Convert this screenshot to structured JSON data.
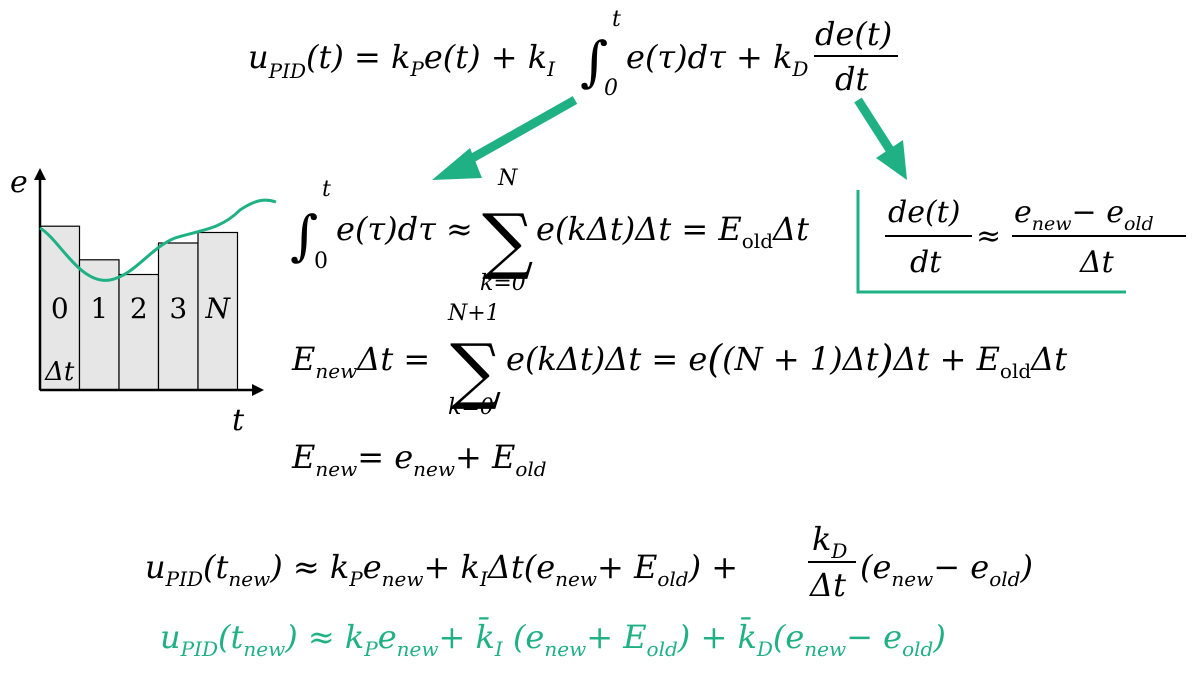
{
  "colors": {
    "ink": "#000000",
    "accent": "#1fb184",
    "bar_fill": "#e6e6e6"
  },
  "plot": {
    "y_axis_label": "e",
    "x_axis_label": "t",
    "bars": [
      {
        "label": "0",
        "sub_label": "Δt",
        "height": 0.78
      },
      {
        "label": "1",
        "height": 0.62
      },
      {
        "label": "2",
        "height": 0.55
      },
      {
        "label": "3",
        "height": 0.7
      },
      {
        "label": "N",
        "height": 0.75
      }
    ]
  },
  "equations": {
    "pid": {
      "lhs": "u",
      "lhs_sub": "PID",
      "lhs_arg": "(t) = k",
      "kp_sub": "P",
      "t1": "e(t) + k",
      "ki_sub": "I",
      "int_upper": "t",
      "int_lower": "0",
      "t2": "e(τ)dτ + k",
      "kd_sub": "D",
      "frac_num": "de(t)",
      "frac_den": "dt"
    },
    "integral_approx": {
      "int_upper": "t",
      "int_lower": "0",
      "integrand": "e(τ)dτ ≈",
      "sum_upper": "N",
      "sum_lower": "k=0",
      "rhs": "e(kΔt)Δt = E",
      "rhs_sub": "old",
      "rhs_tail": "Δt"
    },
    "derivative_approx": {
      "num": "de(t)",
      "den": "dt",
      "approx": "≈",
      "rhs_num_1": "e",
      "rhs_num_1_sub": "new",
      "rhs_minus": "− e",
      "rhs_num_2_sub": "old",
      "rhs_den": "Δt"
    },
    "enew_sum": {
      "lhs": "E",
      "lhs_sub": "new",
      "lhs_tail": "Δt =",
      "sum_upper": "N+1",
      "sum_lower": "k=0",
      "rhs_1": "e(kΔt)Δt = e",
      "rhs_2": "(N + 1)Δt",
      "rhs_3": "Δt + E",
      "rhs_sub": "old",
      "rhs_tail": "Δt"
    },
    "enew_short": {
      "lhs": "E",
      "lhs_sub": "new",
      "eq": "= e",
      "e_sub": "new",
      "plus": "+ E",
      "e2_sub": "old"
    },
    "u_approx": {
      "u": "u",
      "u_sub": "PID",
      "arg_open": "(t",
      "arg_sub": "new",
      "arg_close": ") ≈ k",
      "kp_sub": "P",
      "e1": "e",
      "e1_sub": "new",
      "plus_ki": "+ k",
      "ki_sub": "I",
      "dt_paren": "Δt(e",
      "e2_sub": "new",
      "plus_E": "+ E",
      "E_sub": "old",
      "close": ") +",
      "frac_num": "k",
      "frac_num_sub": "D",
      "frac_den": "Δt",
      "tail_open": "(e",
      "tail_e_sub": "new",
      "tail_minus": "− e",
      "tail_old_sub": "old",
      "tail_close": ")"
    },
    "u_final": {
      "u": "u",
      "u_sub": "PID",
      "arg_open": "(t",
      "arg_sub": "new",
      "arg_close": ") ≈ k",
      "kp_sub": "P",
      "e1": "e",
      "e1_sub": "new",
      "plus_ki": "+ k̄",
      "ki_sub": "I",
      "paren_open": " (e",
      "e2_sub": "new",
      "plus_E": "+ E",
      "E_sub": "old",
      "paren_close": ") + k̄",
      "kd_sub": "D",
      "tail_open": "(e",
      "tail_e_sub": "new",
      "tail_minus": "− e",
      "tail_old_sub": "old",
      "tail_close": ")"
    }
  }
}
